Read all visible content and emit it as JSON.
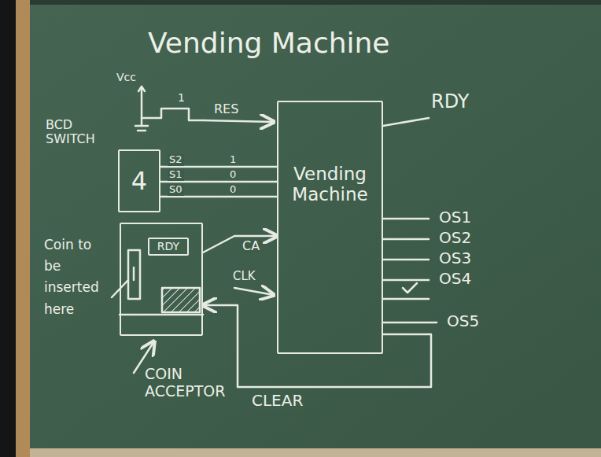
{
  "diagram": {
    "title": "Vending Machine",
    "nodes": [
      {
        "text": [
          "BCD SWITCH",
          "4"
        ]
      },
      {
        "text": [
          "COIN ACCEPTOR"
        ]
      },
      {
        "text": [
          "RDY"
        ],
        "in": 1
      },
      {
        "text": [
          "Vending Machine"
        ]
      }
    ],
    "edges": [
      {
        "from": 0,
        "to": 3,
        "label": "S2",
        "arrow": "none"
      },
      {
        "from": 0,
        "to": 3,
        "label": "S1",
        "arrow": "none"
      },
      {
        "from": 0,
        "to": 3,
        "label": "S0",
        "arrow": "none"
      },
      {
        "from": 1,
        "to": 3,
        "label": "CA",
        "arrow": "to"
      },
      {
        "from": 3,
        "to": 1,
        "label": "CLEAR",
        "arrow": "to"
      }
    ],
    "labels": [
      "Vcc",
      "1",
      "RES",
      "1",
      "0",
      "0",
      "RDY",
      "OS1",
      "OS2",
      "OS3",
      "OS4",
      "OS5",
      "CLK",
      "Coin to be inserted here"
    ]
  }
}
